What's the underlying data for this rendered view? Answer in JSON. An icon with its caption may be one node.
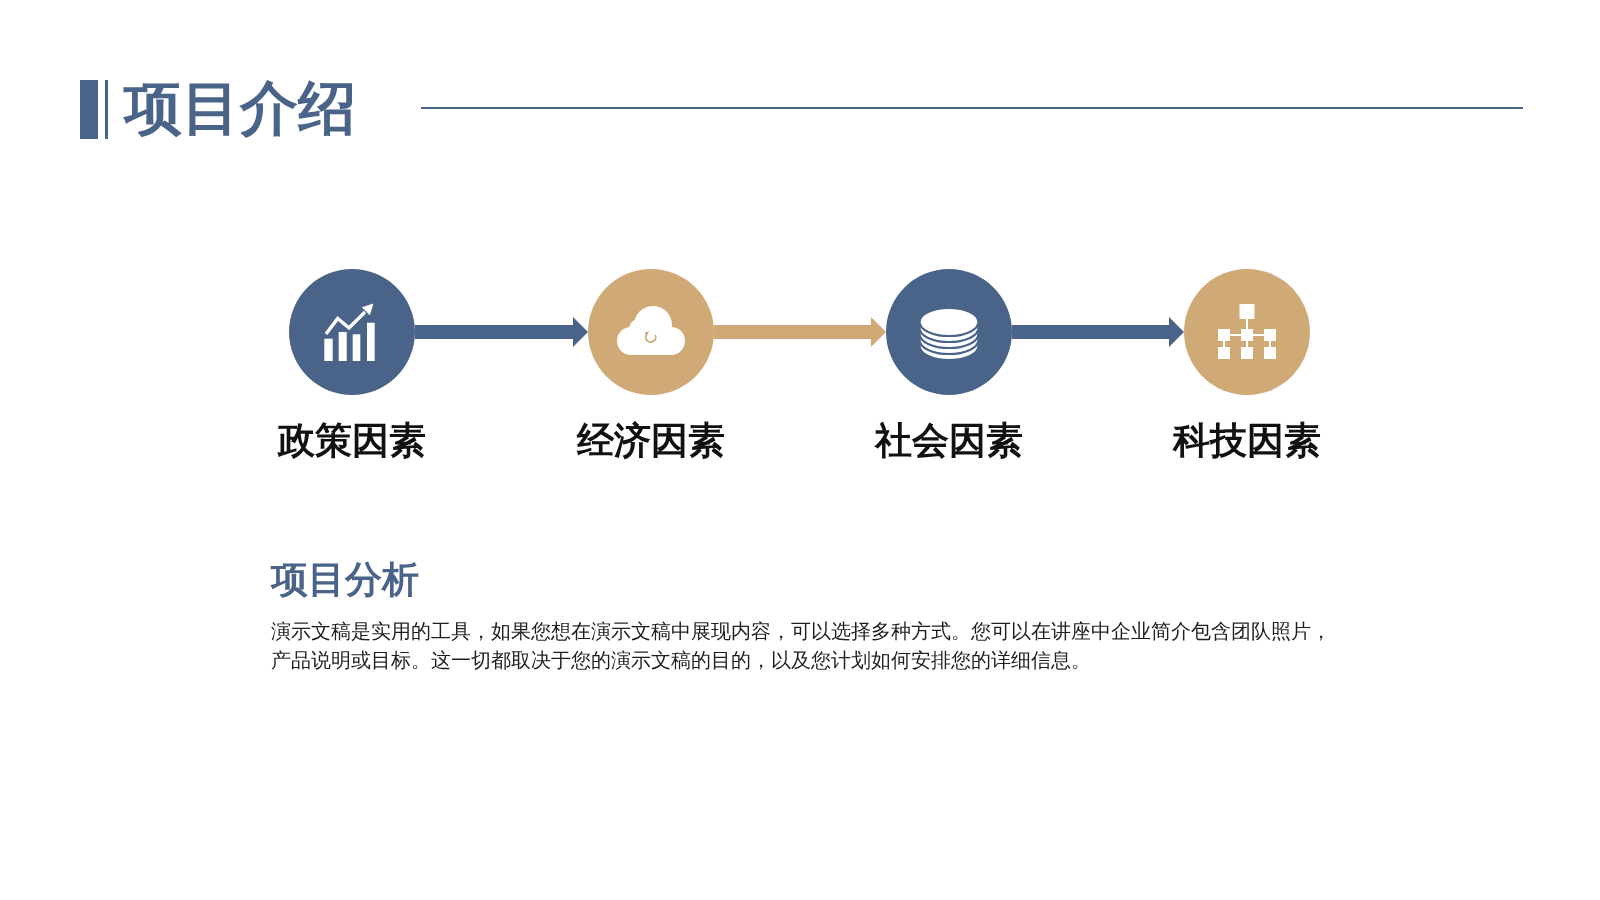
{
  "diagram": {
    "title": "项目介绍",
    "nodes": [
      {
        "text": [
          "政策因素"
        ]
      },
      {
        "text": [
          "经济因素"
        ]
      },
      {
        "text": [
          "社会因素"
        ]
      },
      {
        "text": [
          "科技因素"
        ]
      }
    ],
    "edges": [
      {
        "from": 0,
        "to": 1,
        "arrow": "to"
      },
      {
        "from": 1,
        "to": 2,
        "arrow": "to",
        "color": "#cfa976"
      },
      {
        "from": 2,
        "to": 3,
        "arrow": "to"
      }
    ],
    "labels": [
      "项目分析",
      "演示文稿是实用的工具，如果您想在演示文稿中展现内容，可以选择多种方式。您可以在讲座中企业简介包含团队照片，产品说明或目标。这一切都取决于您的演示文稿的目的，以及您计划如何安排您的详细信息。"
    ]
  }
}
